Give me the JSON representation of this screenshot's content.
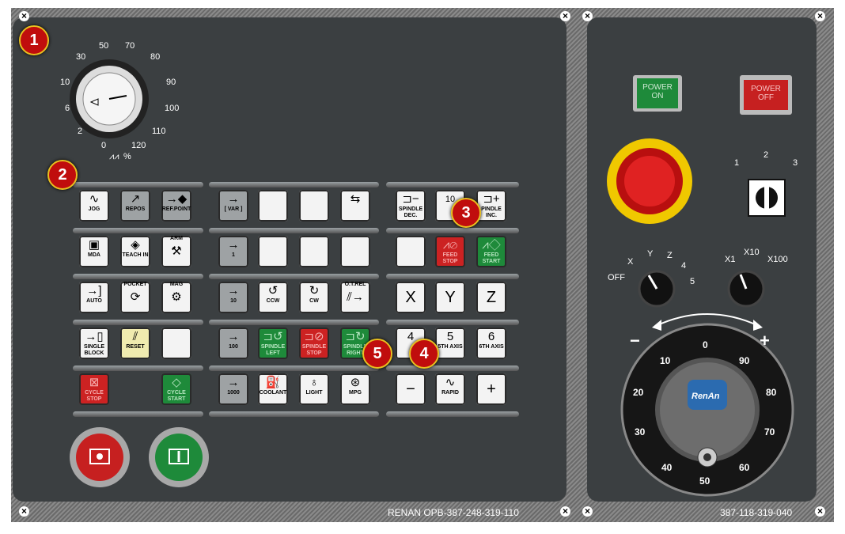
{
  "badges": [
    "1",
    "2",
    "3",
    "4",
    "5"
  ],
  "feed_dial": {
    "ticks": [
      "0",
      "2",
      "6",
      "10",
      "30",
      "50",
      "70",
      "80",
      "90",
      "100",
      "110",
      "120"
    ],
    "unit": "%"
  },
  "keys": {
    "jog": "JOG",
    "repos": "REPOS",
    "refpoint": "REF.POINT",
    "var": "[ VAR ]",
    "mda": "MDA",
    "teachin": "TEACH IN",
    "arm": "ARM",
    "inc1": "1",
    "spindle_dec": "SPINDLE DEC.",
    "inc10_top": "10",
    "spindle_inc": "PINDLE INC.",
    "auto": "AUTO",
    "pocket": "POCKET",
    "mag": "MAG",
    "inc10": "10",
    "ccw": "CCW",
    "cw": "CW",
    "otrel": "O.T.REL",
    "x": "X",
    "y": "Y",
    "z": "Z",
    "single_block": "SINGLE BLOCK",
    "reset": "RESET",
    "inc100": "100",
    "spindle_left": "SPINDLE LEFT",
    "spindle_stop": "SPINDLE STOP",
    "spindle_right": "SPINDLE RIGHT",
    "axis4": "4",
    "axis5": "5",
    "axis5_lbl": "5TH AXIS",
    "axis6": "6",
    "axis6_lbl": "6TH AXIS",
    "cycle_stop": "CYCLE STOP",
    "cycle_start": "CYCLE START",
    "inc1000": "1000",
    "coolant": "COOLANT",
    "light": "LIGHT",
    "mpg": "MPG",
    "minus": "−",
    "rapid": "RAPID",
    "plus": "+",
    "feed_stop": "FEED STOP",
    "feed_start": "FEED START"
  },
  "right": {
    "power_on": "POWER ON",
    "power_off": "POWER OFF",
    "keyswitch": [
      "1",
      "2",
      "3"
    ],
    "axis_select": [
      "OFF",
      "X",
      "Y",
      "Z",
      "4",
      "5"
    ],
    "mult_select": [
      "X1",
      "X10",
      "X100"
    ],
    "handwheel_ticks": [
      "0",
      "10",
      "20",
      "30",
      "40",
      "50",
      "60",
      "70",
      "80",
      "90"
    ],
    "handwheel_minus": "−",
    "handwheel_plus": "+",
    "brand": "RenAn"
  },
  "footer": {
    "left": "RENAN OPB-387-248-319-110",
    "right": "387-118-319-040"
  }
}
